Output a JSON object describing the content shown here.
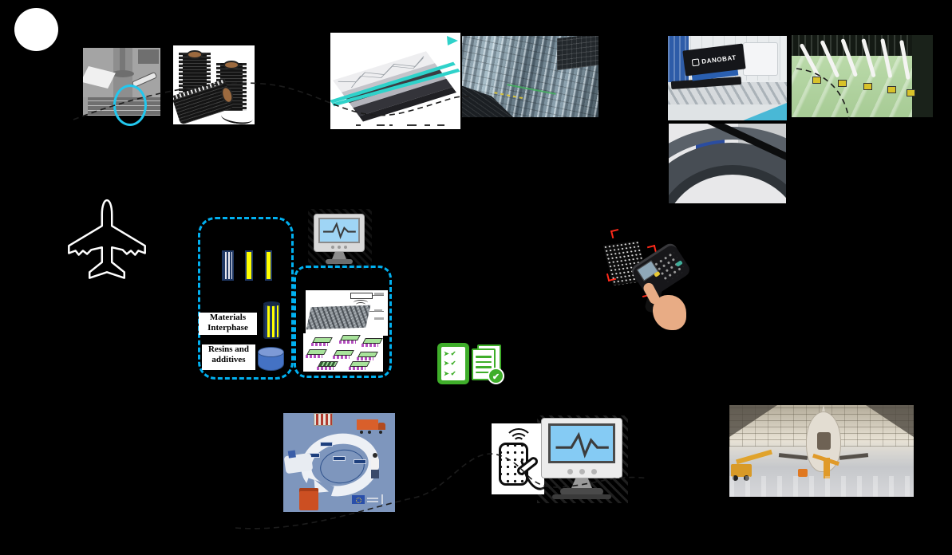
{
  "page": {
    "title": "Composite aerostructure lifecycle slide",
    "background_color": "#000000"
  },
  "colors": {
    "accent_cyan": "#00b0f0",
    "teal_tow": "#2fd2ca",
    "fiber_yellow": "#ffff00",
    "navy": "#1f3864",
    "resin_blue": "#4472c4",
    "success_green": "#3fae2a",
    "scan_marker_red": "#ff2a1a"
  },
  "labels": {
    "materials_line1": "Materials",
    "materials_line2": "Interphase",
    "resins_line1": "Resins and",
    "resins_line2": "additives",
    "danobat_brand": "DANOBAT"
  },
  "icons": {
    "check_glyph": "✔",
    "arrow_glyph": "➤",
    "monitor_pulse": "pulse-waveform",
    "wireless_signal": "wifi-arcs",
    "checklist": "green-checklist",
    "verified_document": "document-with-check",
    "barcode_scanner": "handheld-scanner",
    "highlight_ellipse": "cyan-ellipse"
  }
}
